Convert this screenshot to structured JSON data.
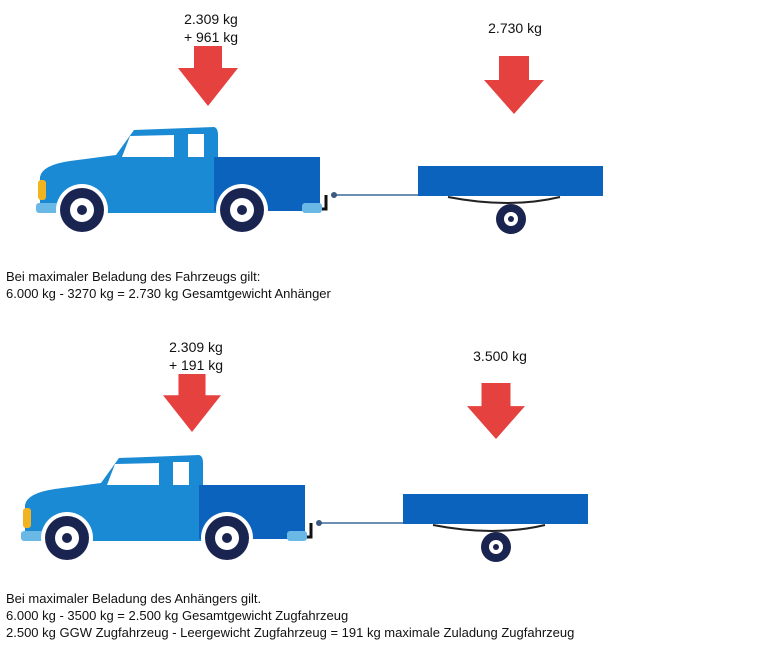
{
  "colors": {
    "arrow": "#e5413f",
    "truck_body": "#1a8ad4",
    "truck_bed": "#0c63bd",
    "trailer": "#0c63bd",
    "wheel": "#1a2450",
    "headlight": "#f2b321",
    "bumper": "#6ab8e6"
  },
  "scenario1": {
    "truck_load": {
      "line1": "2.309 kg",
      "line2": "+ 961 kg"
    },
    "trailer_load": "2.730 kg",
    "caption": {
      "line1": "Bei maximaler Beladung des Fahrzeugs gilt:",
      "line2": "6.000 kg - 3270 kg = 2.730 kg Gesamtgewicht Anhänger"
    }
  },
  "scenario2": {
    "truck_load": {
      "line1": "2.309 kg",
      "line2": "+ 191 kg"
    },
    "trailer_load": "3.500 kg",
    "caption": {
      "line1": "Bei maximaler Beladung des Anhängers gilt.",
      "line2": "6.000 kg - 3500 kg = 2.500 kg Gesamtgewicht Zugfahrzeug",
      "line3": "2.500 kg GGW Zugfahrzeug - Leergewicht Zugfahrzeug = 191 kg maximale Zuladung Zugfahrzeug"
    }
  }
}
